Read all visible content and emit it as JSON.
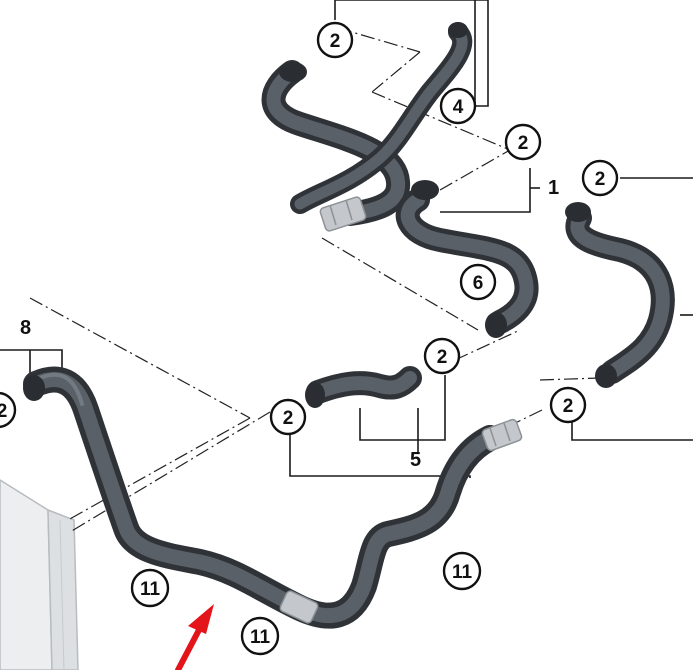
{
  "callouts": {
    "c2_top": "2",
    "c4": "4",
    "c2_mid": "2",
    "c2_right": "2",
    "c6": "6",
    "c2_center": "2",
    "c2_left": "2",
    "c2_lower_right": "2",
    "c2_edge": "2",
    "c11_a": "11",
    "c11_b": "11",
    "c11_c": "11"
  },
  "labels": {
    "l1": "1",
    "l5": "5",
    "l8": "8"
  },
  "colors": {
    "hose": "#2f3338",
    "hose_highlight": "#5a6068",
    "clamp": "#c9cdd1",
    "radiator": "#e8eaec",
    "arrow": "#e3151b"
  }
}
